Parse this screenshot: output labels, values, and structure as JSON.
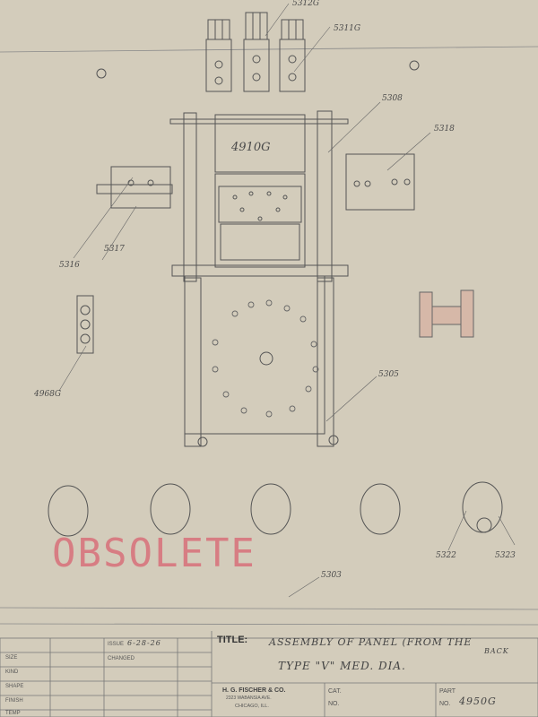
{
  "stamp": {
    "text": "OBSOLETE",
    "color": "#d8707a"
  },
  "labels": {
    "part_5312": "5312G",
    "part_5311": "5311G",
    "part_5308": "5308",
    "part_4910": "4910G",
    "part_5318": "5318",
    "part_5317": "5317",
    "part_5316": "5316",
    "part_4968": "4968G",
    "part_5305": "5305",
    "part_5322": "5322",
    "part_5323": "5323",
    "part_5303": "5303"
  },
  "title_block": {
    "row_labels": [
      "SIZE",
      "KIND",
      "SHAPE",
      "FINISH",
      "TEMP"
    ],
    "issue_label": "ISSUE",
    "issue_date": "6-28-26",
    "changed_label": "CHANGED",
    "title_label": "TITLE:",
    "title_line1": "ASSEMBLY OF PANEL (FROM THE",
    "title_line1b": "BACK",
    "title_line2": "TYPE \"V\" MED. DIA.",
    "company": "H. G. FISCHER & CO.",
    "address": "2323 WABANSIA AVE.",
    "city": "CHICAGO, ILL.",
    "cat_label": "CAT.",
    "no_label": "NO.",
    "part_label": "PART",
    "part_no_label": "NO.",
    "part_number": "4950G"
  }
}
